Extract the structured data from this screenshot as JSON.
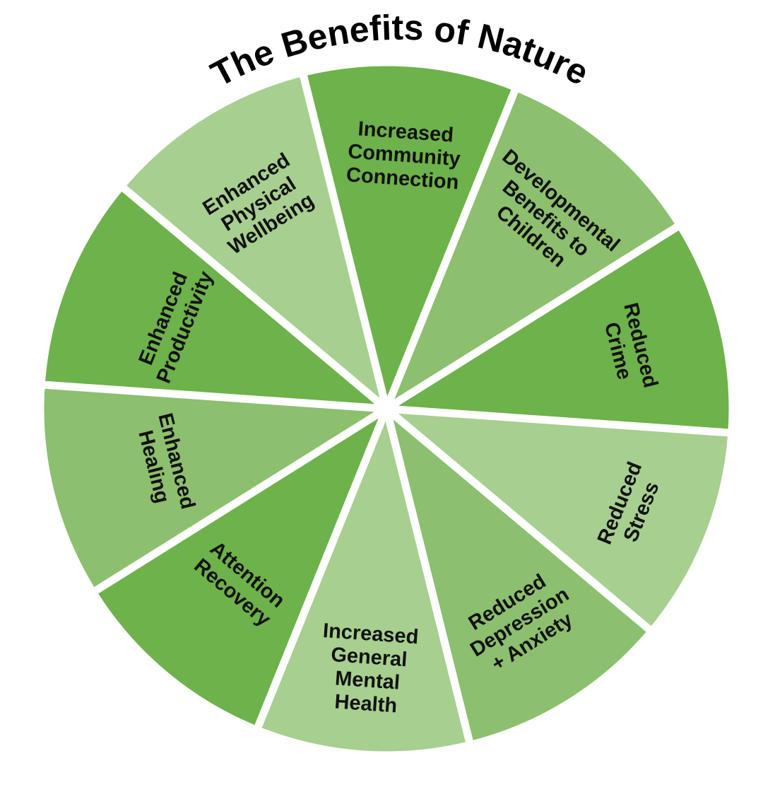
{
  "title": "The Benefits of Nature",
  "colors": {
    "dark": "#6db24a",
    "medium": "#8cbf6e",
    "light": "#a7cf8f",
    "divider": "#ffffff"
  },
  "segments": [
    {
      "lines": [
        "Reduced",
        "Stress"
      ],
      "shade": "light"
    },
    {
      "lines": [
        "Reduced",
        "Depression",
        "+ Anxiety"
      ],
      "shade": "medium"
    },
    {
      "lines": [
        "Increased",
        "General",
        "Mental",
        "Health"
      ],
      "shade": "light"
    },
    {
      "lines": [
        "Attention",
        "Recovery"
      ],
      "shade": "dark"
    },
    {
      "lines": [
        "Enhanced",
        "Healing"
      ],
      "shade": "medium"
    },
    {
      "lines": [
        "Enhanced",
        "Productivity"
      ],
      "shade": "dark"
    },
    {
      "lines": [
        "Enhanced",
        "Physical",
        "Wellbeing"
      ],
      "shade": "light"
    },
    {
      "lines": [
        "Increased",
        "Community",
        "Connection"
      ],
      "shade": "dark"
    },
    {
      "lines": [
        "Developmental",
        "Benefits to",
        "Children"
      ],
      "shade": "medium"
    },
    {
      "lines": [
        "Reduced",
        "Crime"
      ],
      "shade": "dark"
    }
  ]
}
